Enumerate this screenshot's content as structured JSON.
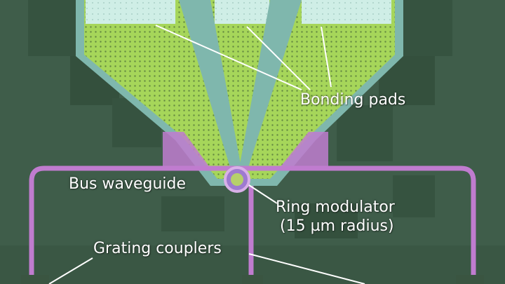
{
  "labels": {
    "bonding_pads": "Bonding pads",
    "bus_waveguide": "Bus waveguide",
    "ring_modulator": "Ring modulator",
    "ring_radius": "(15 µm radius)",
    "grating_couplers": "Grating couplers"
  },
  "colors": {
    "background": "#3f5d4a",
    "electrode": "#a6d65a",
    "contact": "#7fb7ad",
    "pad": "#cfeee6",
    "waveguide": "#c07ccf",
    "label": "#ffffff"
  }
}
